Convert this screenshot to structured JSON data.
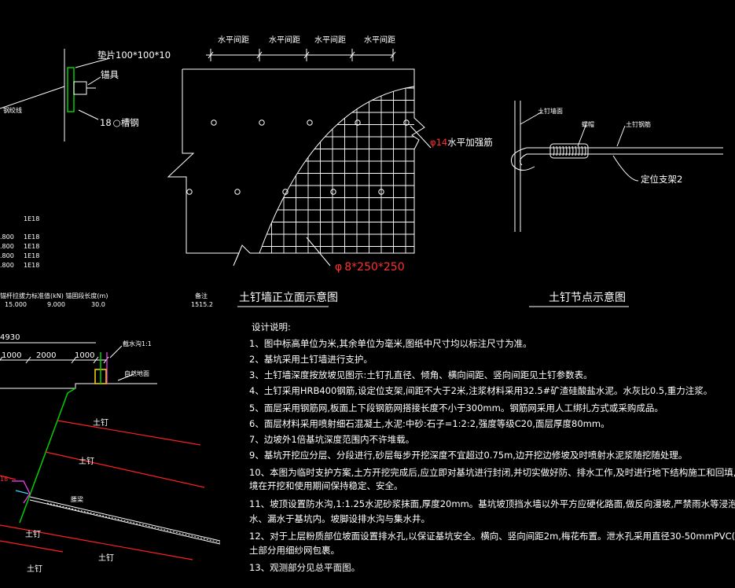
{
  "anchor_detail": {
    "plate": "垫片100*100*10",
    "anchor": "锚具",
    "strand": "钢绞线",
    "rebar": "18",
    "rebar_suffix": "槽钢"
  },
  "elevation": {
    "dims": [
      "水平间距",
      "水平间距",
      "水平间距",
      "水平间距"
    ],
    "reinforce_prefix": "φ",
    "reinforce_num": "14",
    "reinforce_text": "水平加强筋",
    "mesh_prefix": "φ",
    "mesh_text": "8*250*250",
    "title": "土钉墙正立面示意图"
  },
  "node": {
    "label1": "土钉墙面",
    "label2": "螺帽",
    "label3": "土钉钢筋",
    "bracket": "定位支架2",
    "title": "土钉节点示意图"
  },
  "left_table": {
    "rows": [
      [
        "",
        "1E18"
      ],
      [
        ".800",
        "1E18"
      ],
      [
        ".800",
        "1E18"
      ],
      [
        ".800",
        "1E18"
      ],
      [
        ".800",
        "1E18"
      ]
    ],
    "header": "锚杆拉拔力标准值(kN)   锚固段长度(m)",
    "values": [
      "15.000",
      "9.000",
      "30.0",
      "1515.2"
    ],
    "value_label": "备注"
  },
  "section": {
    "dim_total": "4930",
    "dim1": "1000",
    "dim2": "2000",
    "dim3": "1000",
    "nail_labels": [
      "土钉",
      "土钉",
      "土钉",
      "土钉",
      "土钉"
    ],
    "wale": "腰梁",
    "top_note": "截水沟1:1",
    "ground_note": "自然地面",
    "mark": "18"
  },
  "notes": {
    "heading": "设计说明:",
    "items": [
      "1、图中标高单位为米,其余单位为毫米,图纸中尺寸均以标注尺寸为准。",
      "2、基坑采用土钉墙进行支护。",
      "3、土钉墙深度按放坡见图示:土钉孔直径、倾角、横向间距、竖向间距见土钉参数表。",
      "4、土钉采用HRB400钢筋,设定位支架,间距不大于2米,注浆材料采用32.5#矿渣硅酸盐水泥。水灰比0.5,重力注浆。",
      "5、面层采用钢筋网,板面上下段钢筋网搭接长度不小于300mm。钢筋网采用人工绑扎方式或采购成品。",
      "6、面层材料采用喷射细石混凝土,水泥:中砂:石子=1:2:2,强度等级C20,面层厚度80mm。",
      "7、边坡外1倍基坑深度范围内不许堆载。",
      "9、基坑开挖应分层、分段进行,砂层每步开挖深度不宜超过0.75m,边开挖边修坡及时喷射水泥浆随挖随处理。",
      "10、本图为临时支护方案,土方开挖完成后,应立即对基坑进行封闭,并切实做好防、排水工作,及时进行地下结构施工和回填,确保边坡和周边环",
      "境在开挖和使用期间保持稳定、安全。",
      "11、坡顶设置防水沟,1:1.25水泥砂浆抹面,厚度20mm。基坑坡顶挡水墙以外平方应硬化路面,做反向漫坡,严禁雨水等浸泡边坡,严禁渗",
      "水、漏水于基坑内。坡脚设排水沟与集水井。",
      "12、对于上层粉质部位坡面设置排水孔,以保证基坑安全。横向、竖向间距2m,梅花布置。泄水孔采用直径30-50mmPVC(塑料)花管,入",
      "土部分用细纱网包裹。",
      "13、观测部分见总平面图。"
    ]
  },
  "colors": {
    "background": "#000000",
    "line": "#ffffff",
    "slope": "#00d000",
    "nail": "#ff2020",
    "highlight": "#ff3030"
  }
}
